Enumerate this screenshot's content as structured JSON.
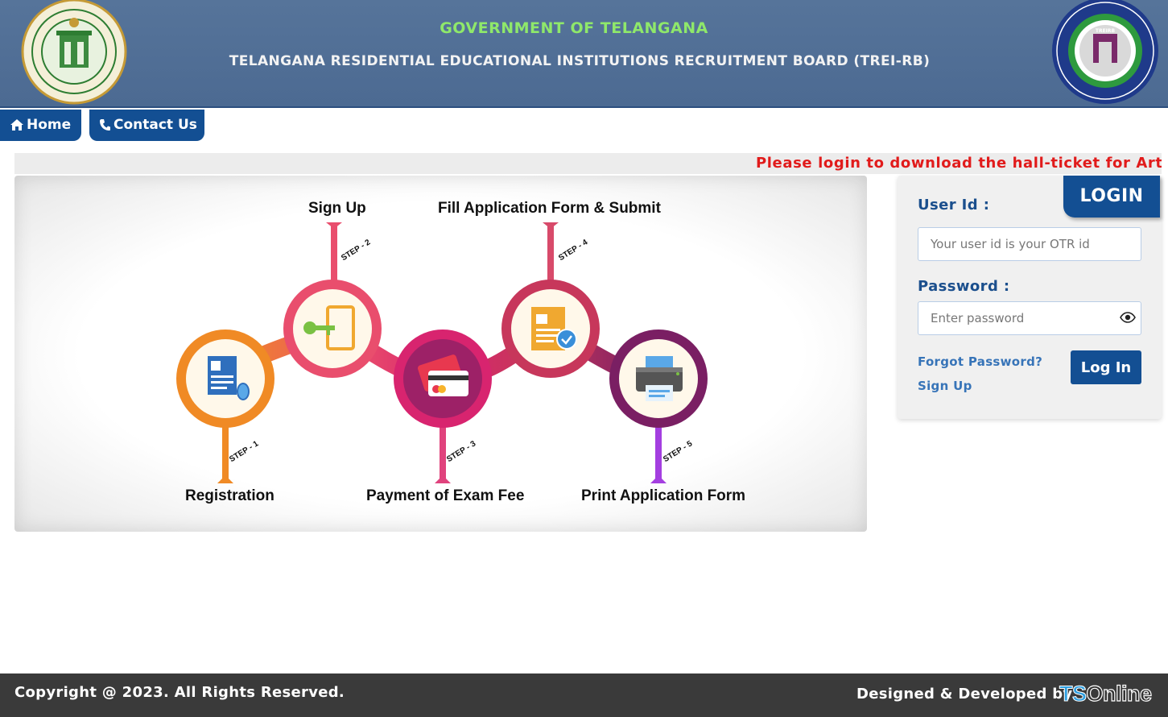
{
  "header": {
    "gov_title": "GOVERNMENT OF TELANGANA",
    "board_title": "TELANGANA RESIDENTIAL EDUCATIONAL INSTITUTIONS RECRUITMENT BOARD (TREI-RB)",
    "left_logo_icon": "telangana-state-emblem",
    "right_logo_icon": "treirb-emblem",
    "right_logo_text": "TREIRB"
  },
  "nav": {
    "home_label": "Home",
    "home_icon": "home-icon",
    "contact_label": "Contact Us",
    "contact_icon": "phone-icon",
    "color": "#134f93"
  },
  "marquee": {
    "text": "Please login to download the hall-ticket for Art, C",
    "color": "#e11b1b"
  },
  "steps": {
    "items": [
      {
        "tag": "STEP - 1",
        "label": "Registration",
        "icon": "application-form-icon",
        "color": "#f08a25"
      },
      {
        "tag": "STEP - 2",
        "label": "Sign Up",
        "icon": "key-login-icon",
        "color": "#e94e6d"
      },
      {
        "tag": "STEP - 3",
        "label": "Payment of Exam Fee",
        "icon": "credit-card-icon",
        "color": "#d8246f"
      },
      {
        "tag": "STEP - 4",
        "label": "Fill Application Form & Submit",
        "icon": "document-check-icon",
        "color": "#c7375b"
      },
      {
        "tag": "STEP - 5",
        "label": "Print Application Form",
        "icon": "printer-icon",
        "color": "#8c2266"
      }
    ]
  },
  "login": {
    "tab_label": "LOGIN",
    "user_label": "User Id :",
    "user_placeholder": "Your user id is your OTR id",
    "password_label": "Password :",
    "password_placeholder": "Enter password",
    "eye_icon": "eye-icon",
    "forgot_link": "Forgot Password?",
    "signup_link": "Sign Up",
    "button_label": "Log In"
  },
  "footer": {
    "copyright": "Copyright @ 2023. All Rights Reserved.",
    "designed_by": "Designed & Developed by",
    "brand_ts": "TS",
    "brand_online": "Online"
  }
}
